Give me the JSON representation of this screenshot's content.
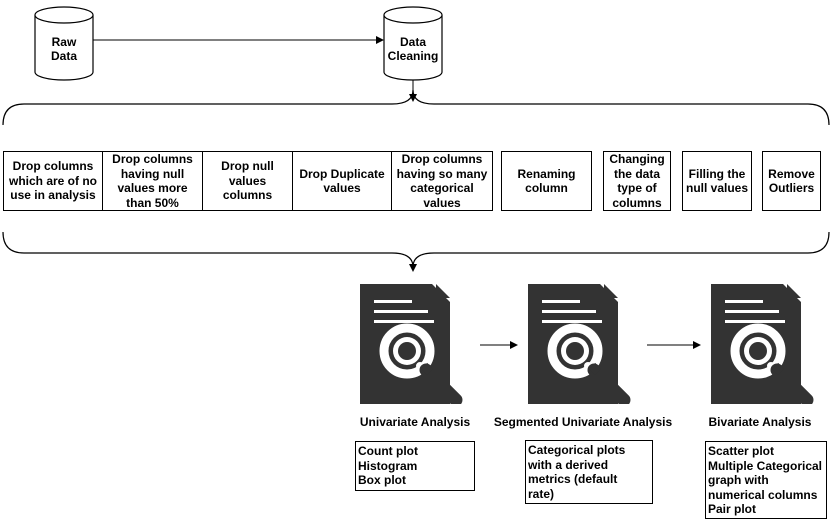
{
  "sources": {
    "raw_data": "Raw\nData",
    "data_cleaning": "Data\nCleaning"
  },
  "cleaning_steps": [
    "Drop columns\nwhich are of no\nuse in analysis",
    "Drop columns\nhaving null\nvalues more\nthan 50%",
    "Drop null\nvalues\ncolumns",
    "Drop Duplicate\nvalues",
    "Drop columns\nhaving so many\ncategorical\nvalues",
    "Renaming\ncolumn",
    "Changing\nthe data\ntype of\ncolumns",
    "Filling the\nnull values",
    "Remove\nOutliers"
  ],
  "analyses": [
    {
      "title": "Univariate Analysis",
      "notes": "Count plot\nHistogram\nBox plot"
    },
    {
      "title": "Segmented Univariate Analysis",
      "notes": "Categorical plots\nwith a derived\nmetrics (default\nrate)"
    },
    {
      "title": "Bivariate Analysis",
      "notes": "Scatter plot\nMultiple Categorical\ngraph with\nnumerical columns\nPair plot"
    }
  ],
  "icons": {
    "analysis": "document-search-icon",
    "storage": "database-icon"
  },
  "colors": {
    "icon_fill": "#333333",
    "line": "#000000"
  }
}
